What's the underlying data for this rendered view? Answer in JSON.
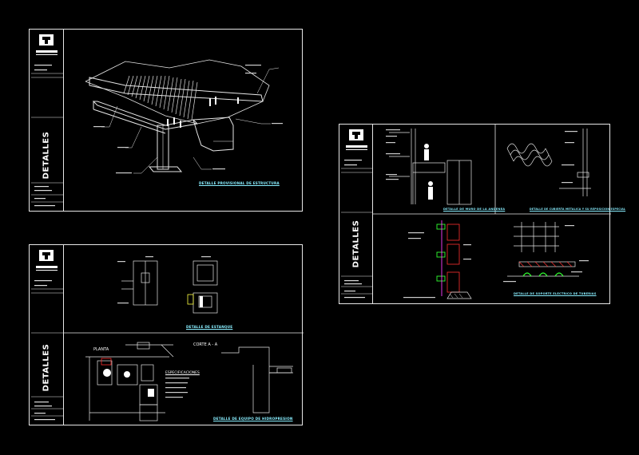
{
  "sheets": [
    {
      "id": "sheet-1",
      "side_label": "DETALLES",
      "caption": "DETALLE PROVISIONAL DE ESTRUCTURA",
      "logo": "crane-logo-icon"
    },
    {
      "id": "sheet-2",
      "side_label": "DETALLES",
      "caption": "DETALLE DE ESTANQUE",
      "plan_label": "PLANTA",
      "section_label": "CORTE A - A",
      "spec_label": "ESPECIFICACIONES",
      "bottom_caption": "DETALLE DE EQUIPO DE HIDROPRESION",
      "logo": "crane-logo-icon"
    },
    {
      "id": "sheet-3",
      "side_label": "DETALLES",
      "caption_top_left": "DETALLE DE MURO DE LA ANDENEA",
      "caption_top_right": "DETALLE DE CUBIERTA METALICA Y SU REPOSICION ESPECIAL",
      "caption_bottom_right": "DETALLE DE SOPORTE ELECTRICO DE TUBERIAS",
      "logo": "crane-logo-icon"
    }
  ],
  "colors": {
    "background": "#000000",
    "lines": "#e6e6e6",
    "caption": "#88eeff",
    "accent_red": "#ff3030",
    "accent_green": "#30ff30",
    "accent_magenta": "#ff40ff",
    "accent_yellow": "#ffff40"
  }
}
